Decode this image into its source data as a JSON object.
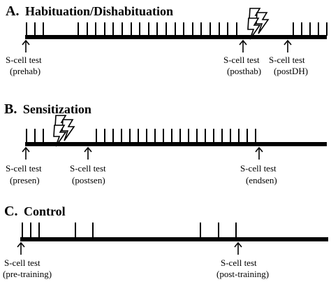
{
  "panels": [
    {
      "letter": "A.",
      "title": "Habituation/Dishabituation",
      "tests": [
        {
          "line1": "S-cell test",
          "line2": "(prehab)"
        },
        {
          "line1": "S-cell test",
          "line2": "(posthab)"
        },
        {
          "line1": "S-cell test",
          "line2": "(postDH)"
        }
      ]
    },
    {
      "letter": "B.",
      "title": "Sensitization",
      "tests": [
        {
          "line1": "S-cell test",
          "line2": "(presen)"
        },
        {
          "line1": "S-cell test",
          "line2": "(postsen)"
        },
        {
          "line1": "S-cell test",
          "line2": "(endsen)"
        }
      ]
    },
    {
      "letter": "C.",
      "title": "Control",
      "tests": [
        {
          "line1": "S-cell test",
          "line2": "(pre-training)"
        },
        {
          "line1": "S-cell test",
          "line2": "(post-training)"
        }
      ]
    }
  ],
  "icons": {
    "shock": "lightning-bolt-icon",
    "test_marker": "up-arrow-icon"
  }
}
